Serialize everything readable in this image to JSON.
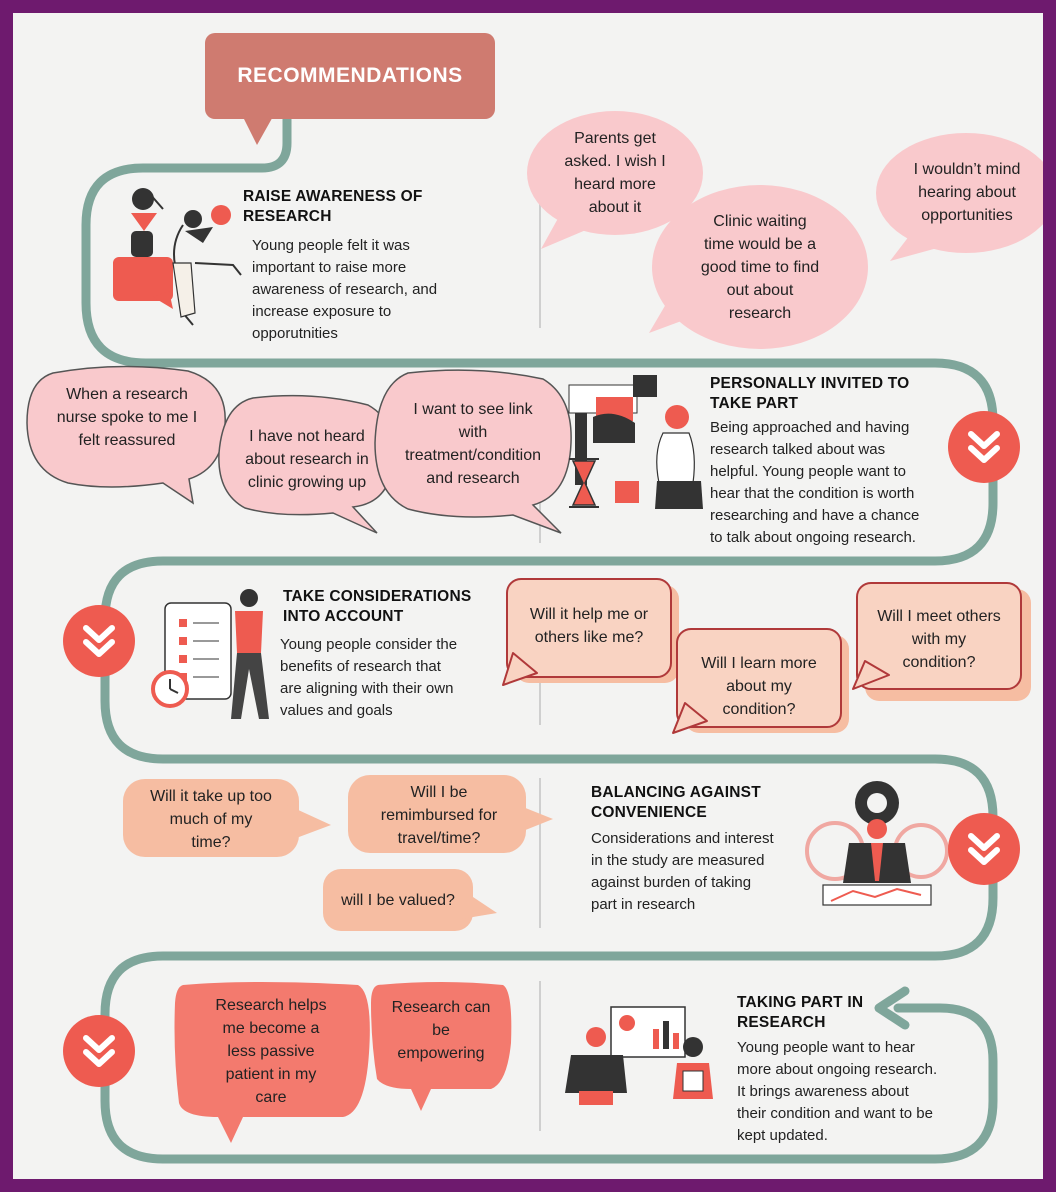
{
  "banner": {
    "title": "RECOMMENDATIONS"
  },
  "colors": {
    "frame": "#6e1a6e",
    "path": "#7fa69b",
    "accent": "#ee5b50",
    "banner": "#cf7b70",
    "bubble_pink": "#f9c9cc",
    "bubble_peach": "#f6bda2",
    "bubble_coral": "#f37a6e"
  },
  "sections": [
    {
      "title": "RAISE AWARENESS OF\nRESEARCH",
      "body": "Young people felt it was\nimportant to raise more\nawareness of research, and\nincrease exposure to\nopporutnities",
      "icon": "person-juggling-shapes-icon"
    },
    {
      "title": "PERSONALLY INVITED TO\nTAKE PART",
      "body": "Being approached and having\nresearch talked about was\nhelpful. Young people want to\nhear that the condition is worth\nresearching and have a chance\nto talk about ongoing research.",
      "icon": "person-puzzle-hourglass-icon"
    },
    {
      "title": "TAKE CONSIDERATIONS\nINTO ACCOUNT",
      "body": "Young people consider the\nbenefits of research that\nare aligning with their own\nvalues and goals",
      "icon": "person-checklist-clock-icon"
    },
    {
      "title": "BALANCING AGAINST\nCONVENIENCE",
      "body": "Considerations and interest\nin the study are measured\nagainst burden of taking\npart in research",
      "icon": "businessman-gears-icon"
    },
    {
      "title": "TAKING PART IN\nRESEARCH",
      "body": "Young people want to hear\nmore about ongoing research.\nIt brings awareness about\ntheir condition and want to be\nkept updated.",
      "icon": "two-people-presentation-icon"
    }
  ],
  "bubbles": [
    {
      "text": "Parents get\nasked. I wish I\nheard more\nabout it"
    },
    {
      "text": "Clinic waiting\ntime would be a\ngood time to find\nout about\nresearch"
    },
    {
      "text": "I wouldn’t mind\nhearing about\nopportunities"
    },
    {
      "text": "When a research\nnurse spoke to me I\nfelt reassured"
    },
    {
      "text": "I have not heard\nabout research in\nclinic growing up"
    },
    {
      "text": "I want to see link\nwith\ntreatment/condition\nand research"
    },
    {
      "text": "Will it help me or\nothers like me?"
    },
    {
      "text": "Will I learn more\nabout my\ncondition?"
    },
    {
      "text": "Will I meet others\nwith my\ncondition?"
    },
    {
      "text": "Will it take up too\nmuch of my\ntime?"
    },
    {
      "text": "Will I be\nremimbursed for\ntravel/time?"
    },
    {
      "text": "will I be valued?"
    },
    {
      "text": "Research helps\nme become a\nless passive\npatient in my\ncare"
    },
    {
      "text": "Research can\nbe\nempowering"
    }
  ],
  "icons": {
    "chevron": "double-chevron-down-icon",
    "arrow": "return-arrow-icon"
  }
}
